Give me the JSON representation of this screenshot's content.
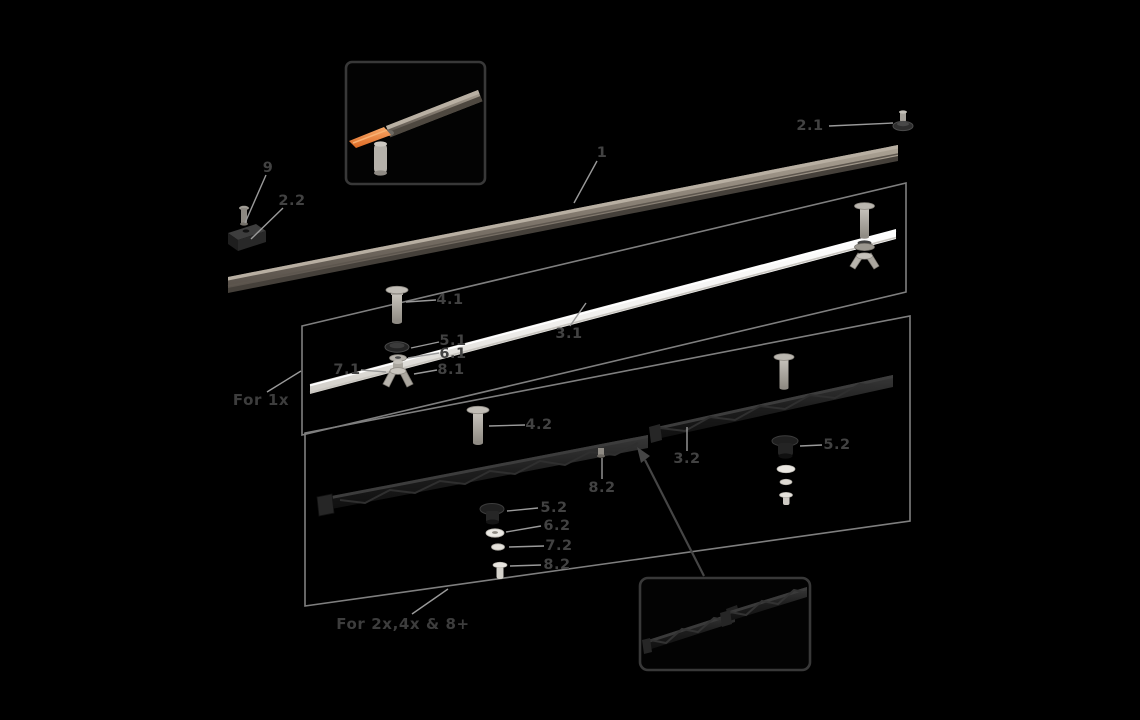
{
  "diagram": {
    "type": "exploded-parts-assembly",
    "background": "#000000",
    "colors": {
      "label_text": "#424242",
      "caption_text": "#3d3d3d",
      "leader_line": "#9a9a9a",
      "section_box_border": "#7f7f7f",
      "inset_border": "#383838",
      "arrow": "#454545",
      "rail_metal": "#847b70",
      "rail_white": "#efeeeb",
      "rail_black": "#1d1d1d",
      "tool_orange": "#e8813e"
    },
    "sections": {
      "single": {
        "caption": "For 1x"
      },
      "multi": {
        "caption": "For 2x,4x & 8+"
      }
    },
    "part_labels": {
      "rail": "1",
      "end_screw": "2.1",
      "end_cap": "2.2",
      "end_cap_screw": "9",
      "diffuser_rail": "3.1",
      "bolt_single": "4.1",
      "cap_single": "5.1",
      "washer_single": "6.1",
      "spacer_single": "7.1",
      "wingnut_single": "8.1",
      "black_rail": "3.2",
      "bolt_multi": "4.2",
      "cap_multi": "5.2",
      "cap_multi_right": "5.2",
      "washer_multi": "6.2",
      "spacer_multi": "7.2",
      "screw_multi": "8.2",
      "screw_multi_installed": "8.2"
    }
  }
}
